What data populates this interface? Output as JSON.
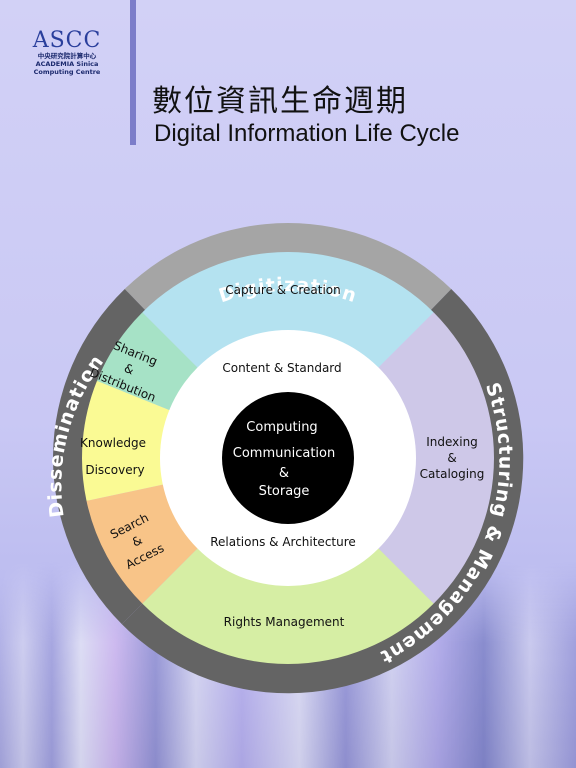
{
  "logo": {
    "main": "ASCC",
    "chinese": "中央研究院計算中心",
    "line1": "ACADEMIA Sinica",
    "line2": "Computing Centre"
  },
  "title": {
    "chinese": "數位資訊生命週期",
    "english": "Digital Information Life Cycle"
  },
  "ring": {
    "digitization": "Digitization",
    "structuring": "Structuring & Management",
    "dissemination": "Dissemination"
  },
  "segments": {
    "capture": "Capture & Creation",
    "indexing": [
      "Indexing",
      "&",
      "Cataloging"
    ],
    "rights": "Rights Management",
    "search": [
      "Search",
      "&",
      "Access"
    ],
    "knowledge": [
      "Knowledge",
      "Discovery"
    ],
    "sharing": [
      "Sharing",
      "&",
      "Distribution"
    ]
  },
  "inner": {
    "top": "Content & Standard",
    "bottom": "Relations & Architecture"
  },
  "core": [
    "Computing",
    "Communication",
    "&",
    "Storage"
  ],
  "colors": {
    "capture": "#b4e2f0",
    "indexing": "#cec8e8",
    "rights": "#d6eea4",
    "search": "#f8c488",
    "knowledge": "#fafa94",
    "sharing": "#a6e2c6",
    "ring_light": "#a5a5a5",
    "ring_dark": "#646464",
    "core": "#000000"
  }
}
